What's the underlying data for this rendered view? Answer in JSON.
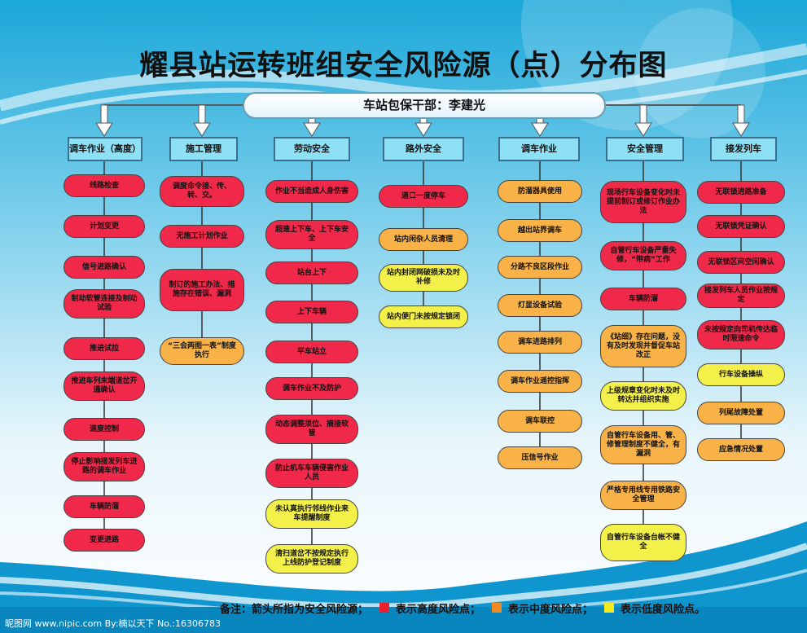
{
  "title": "耀县站运转班组安全风险源（点）分布图",
  "root": "车站包保干部：李建光",
  "colors": {
    "high": "#f0284a",
    "medium": "#f9b247",
    "low": "#f3f04a"
  },
  "columns": [
    {
      "header": "调车作业（高度）",
      "items": [
        {
          "text": "线路检查",
          "level": "high"
        },
        {
          "text": "计划变更",
          "level": "high"
        },
        {
          "text": "信号进路确认",
          "level": "high"
        },
        {
          "text": "制动软管连接及制动试验",
          "level": "high"
        },
        {
          "text": "推进试拉",
          "level": "high"
        },
        {
          "text": "推进车列末端道岔开通确认",
          "level": "high"
        },
        {
          "text": "速度控制",
          "level": "high"
        },
        {
          "text": "停止影响接发列车进路的调车作业",
          "level": "high"
        },
        {
          "text": "车辆防溜",
          "level": "high"
        },
        {
          "text": "变更进路",
          "level": "high"
        }
      ]
    },
    {
      "header": "施工管理",
      "items": [
        {
          "text": "调度命令接、传、转、交。",
          "level": "high"
        },
        {
          "text": "无施工计划作业",
          "level": "high"
        },
        {
          "text": "制订的施工办法、措施存在错误、漏洞",
          "level": "high"
        },
        {
          "text": "“三会两图一表”制度执行",
          "level": "medium"
        }
      ]
    },
    {
      "header": "劳动安全",
      "items": [
        {
          "text": "作业不当造成人身伤害",
          "level": "high"
        },
        {
          "text": "超速上下车、上下车安全",
          "level": "high"
        },
        {
          "text": "站台上下",
          "level": "high"
        },
        {
          "text": "上下车辆",
          "level": "high"
        },
        {
          "text": "平车站立",
          "level": "high"
        },
        {
          "text": "调车作业不及防护",
          "level": "high"
        },
        {
          "text": "动态调整须位、摘接软管",
          "level": "high"
        },
        {
          "text": "防止机车车辆侵害作业人员",
          "level": "high"
        },
        {
          "text": "未认真执行邻线作业来车提醒制度",
          "level": "low"
        },
        {
          "text": "清扫道岔不按规定执行上线防护登记制度",
          "level": "low"
        }
      ]
    },
    {
      "header": "路外安全",
      "items": [
        {
          "text": "道口一度停车",
          "level": "high"
        },
        {
          "text": "站内闲杂人员清理",
          "level": "medium"
        },
        {
          "text": "站内封闭网破损未及时补修",
          "level": "low"
        },
        {
          "text": "站内便门未按规定锁闭",
          "level": "low"
        }
      ]
    },
    {
      "header": "调车作业",
      "items": [
        {
          "text": "防溜器具使用",
          "level": "medium"
        },
        {
          "text": "越出站界调车",
          "level": "medium"
        },
        {
          "text": "分路不良区段作业",
          "level": "medium"
        },
        {
          "text": "灯显设备试验",
          "level": "medium"
        },
        {
          "text": "调车进路排列",
          "level": "medium"
        },
        {
          "text": "调车作业遥控指挥",
          "level": "medium"
        },
        {
          "text": "调车联控",
          "level": "medium"
        },
        {
          "text": "压信号作业",
          "level": "medium"
        }
      ]
    },
    {
      "header": "安全管理",
      "items": [
        {
          "text": "现场行车设备变化时未提前制订或修订作业办法",
          "level": "high"
        },
        {
          "text": "自管行车设备严重失修，“带病”工作",
          "level": "high"
        },
        {
          "text": "车辆防溜",
          "level": "high"
        },
        {
          "text": "《站细》存在问题，没有及时发现并督促车站改正",
          "level": "medium"
        },
        {
          "text": "上级规章变化时未及时转达并组织实施",
          "level": "low"
        },
        {
          "text": "自管行车设备用、管、修管理制度不健全，有漏洞",
          "level": "medium"
        },
        {
          "text": "严格专用线专用铁路安全管理",
          "level": "medium"
        },
        {
          "text": "自管行车设备台帐不健全",
          "level": "low"
        }
      ]
    },
    {
      "header": "接发列车",
      "items": [
        {
          "text": "无联锁进路准备",
          "level": "high"
        },
        {
          "text": "无联锁凭证确认",
          "level": "high"
        },
        {
          "text": "无联锁区间空闲确认",
          "level": "high"
        },
        {
          "text": "接发列车人员作业按规定",
          "level": "high"
        },
        {
          "text": "未按规定向司机传达临时限速命令",
          "level": "high"
        },
        {
          "text": "行车设备操纵",
          "level": "low"
        },
        {
          "text": "列尾故障处置",
          "level": "medium"
        },
        {
          "text": "应急情况处置",
          "level": "medium"
        }
      ]
    }
  ],
  "legend": {
    "note": "备注：箭头所指为安全风险源；",
    "high": "表示高度风险点；",
    "medium": "表示中度风险点；",
    "low": "表示低度风险点。"
  },
  "watermark": "昵图网 www.nipic.com  By:楠以天下 No.:16306783"
}
